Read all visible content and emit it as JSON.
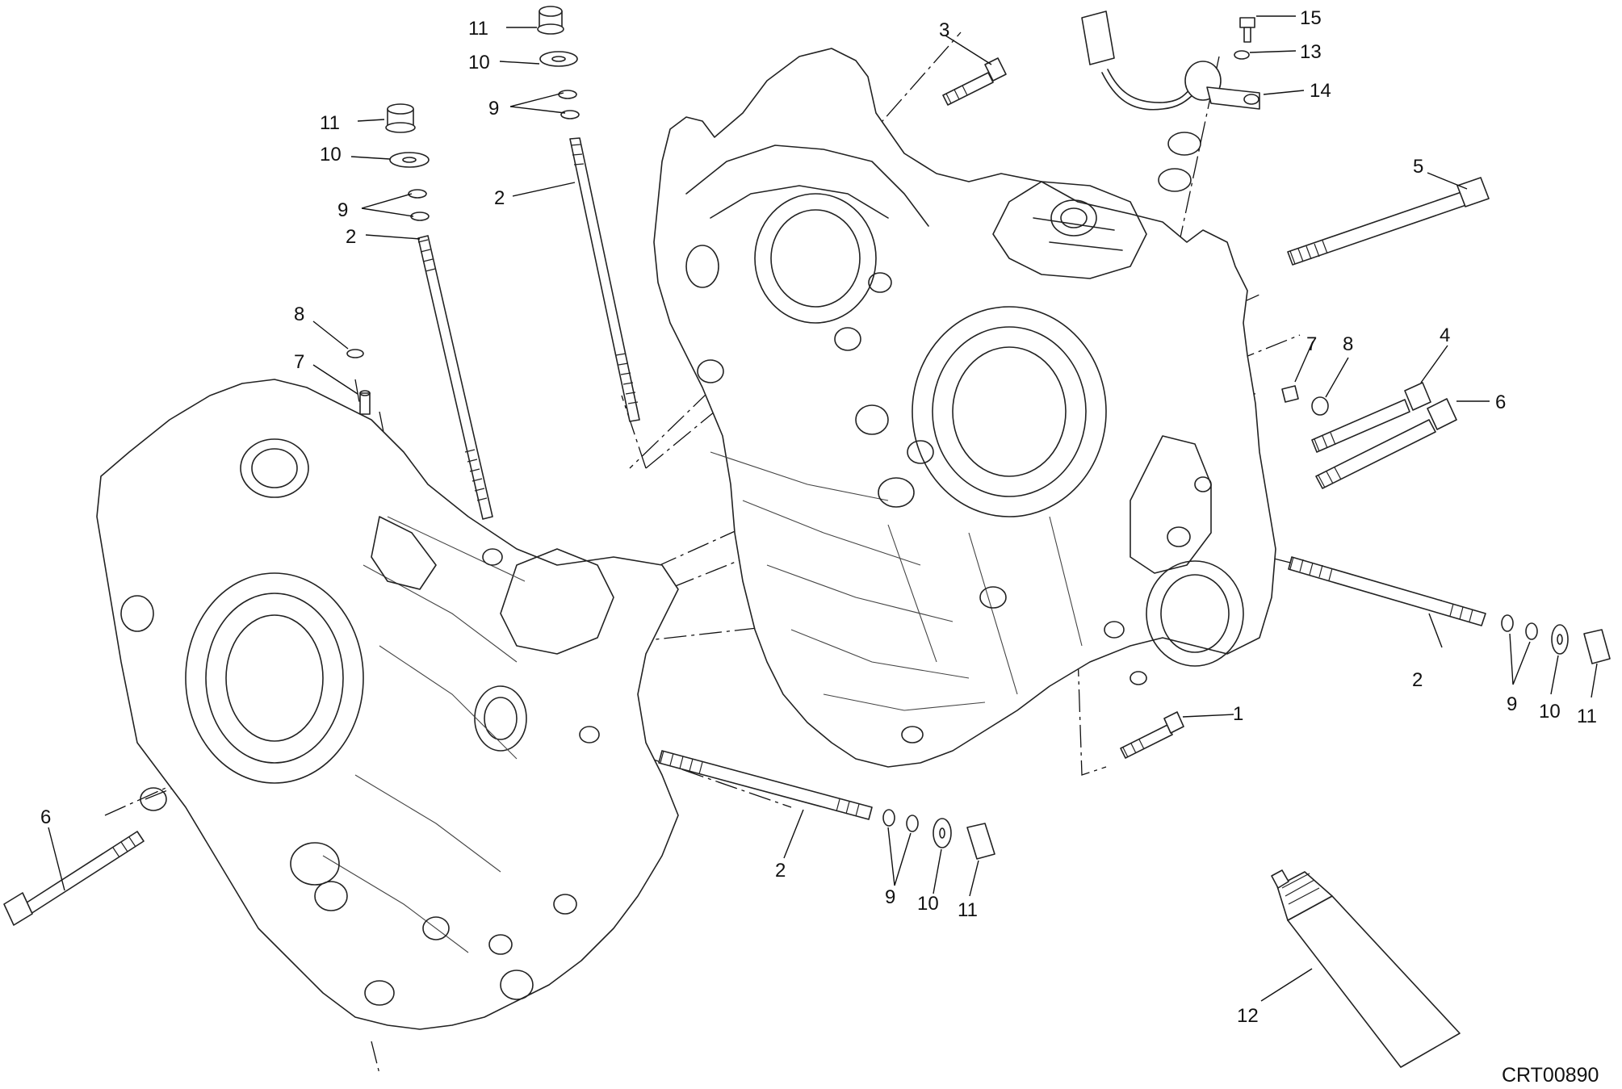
{
  "drawing_code": "CRT00890",
  "callouts": [
    {
      "id": "c11a",
      "text": "11"
    },
    {
      "id": "c10a",
      "text": "10"
    },
    {
      "id": "c9a",
      "text": "9"
    },
    {
      "id": "c2a",
      "text": "2"
    },
    {
      "id": "c11b",
      "text": "11"
    },
    {
      "id": "c10b",
      "text": "10"
    },
    {
      "id": "c9b",
      "text": "9"
    },
    {
      "id": "c2b",
      "text": "2"
    },
    {
      "id": "c8a",
      "text": "8"
    },
    {
      "id": "c7a",
      "text": "7"
    },
    {
      "id": "c3",
      "text": "3"
    },
    {
      "id": "c15",
      "text": "15"
    },
    {
      "id": "c13",
      "text": "13"
    },
    {
      "id": "c14",
      "text": "14"
    },
    {
      "id": "c5",
      "text": "5"
    },
    {
      "id": "c7b",
      "text": "7"
    },
    {
      "id": "c8b",
      "text": "8"
    },
    {
      "id": "c4",
      "text": "4"
    },
    {
      "id": "c6a",
      "text": "6"
    },
    {
      "id": "c2c",
      "text": "2"
    },
    {
      "id": "c9c",
      "text": "9"
    },
    {
      "id": "c10c",
      "text": "10"
    },
    {
      "id": "c11c",
      "text": "11"
    },
    {
      "id": "c1",
      "text": "1"
    },
    {
      "id": "c6b",
      "text": "6"
    },
    {
      "id": "c2d",
      "text": "2"
    },
    {
      "id": "c9d",
      "text": "9"
    },
    {
      "id": "c10d",
      "text": "10"
    },
    {
      "id": "c11d",
      "text": "11"
    },
    {
      "id": "c12",
      "text": "12"
    }
  ]
}
